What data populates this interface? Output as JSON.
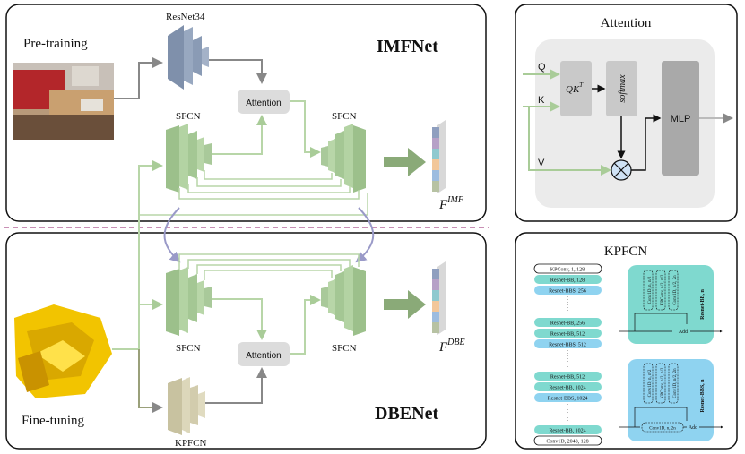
{
  "main_diagram": {
    "title_top": "IMFNet",
    "title_bottom": "DBENet",
    "stage_top": "Pre-training",
    "stage_bottom": "Fine-tuning",
    "backbone_top": "ResNet34",
    "backbone_bottom": "KPFCN",
    "encoder_label": "SFCN",
    "attention_label": "Attention",
    "feature_top": "F",
    "feature_top_sup": "IMF",
    "feature_bottom": "F",
    "feature_bottom_sup": "DBE"
  },
  "attention_panel": {
    "title": "Attention",
    "input_q": "Q",
    "input_k": "K",
    "input_v": "V",
    "block_qk": "QK",
    "block_qk_sup": "T",
    "block_softmax": "softmax",
    "block_mlp": "MLP"
  },
  "kpfcn_panel": {
    "title": "KPFCN",
    "left_column": [
      "KPConv, 1, 128",
      "Resnet-BB, 128",
      "Resnet-BBS, 256",
      "Resnet-BB, 256",
      "Resnet-BB, 512",
      "Resnet-BBS, 512",
      "Resnet-BB, 512",
      "Resnet-BB, 1024",
      "Resnet-BBS, 1024",
      "Resnet-BB, 1024",
      "Conv1D, 2048, 128"
    ],
    "block_top": {
      "title": "Resnet-BB, n",
      "layers": [
        "Conv1D, n, n/2",
        "KPConv, n/2, n/2",
        "Conv1D, n/2, 2n"
      ],
      "add": "Add"
    },
    "block_bottom": {
      "title": "Resnet-BBS, n",
      "layers": [
        "Conv1D, n, n/2",
        "KPConv, n/2, n/2",
        "Conv1D, n/2, 2n"
      ],
      "side": "Conv1D, n, 2n",
      "add": "Add"
    }
  },
  "colors": {
    "sfcn": "#a9c99a",
    "resnet": "#8a9bb5",
    "kpfcn": "#d6d1b2",
    "attention_box": "#dcdcdc",
    "teal_block": "#7fd9cf",
    "blue_block": "#8fd3f0",
    "arrow_green": "#b8d6a8",
    "dash_pink": "#c98fb5"
  }
}
